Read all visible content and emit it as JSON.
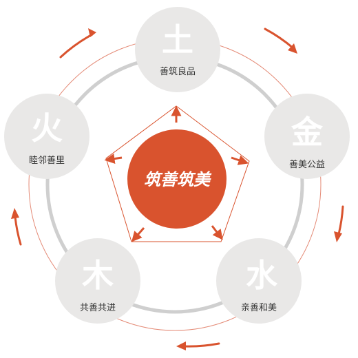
{
  "center": {
    "text": "筑善筑美"
  },
  "elements": [
    {
      "char": "土",
      "label": "善筑良品"
    },
    {
      "char": "金",
      "label": "善美公益"
    },
    {
      "char": "水",
      "label": "亲善和美"
    },
    {
      "char": "木",
      "label": "共善共进"
    },
    {
      "char": "火",
      "label": "睦邻善里"
    }
  ],
  "colors": {
    "accent": "#d9532e",
    "node_fill": "#e9e8e7",
    "ring_gray": "#cfcfcf",
    "ring_thin": "#e48a76",
    "text": "#333333"
  }
}
